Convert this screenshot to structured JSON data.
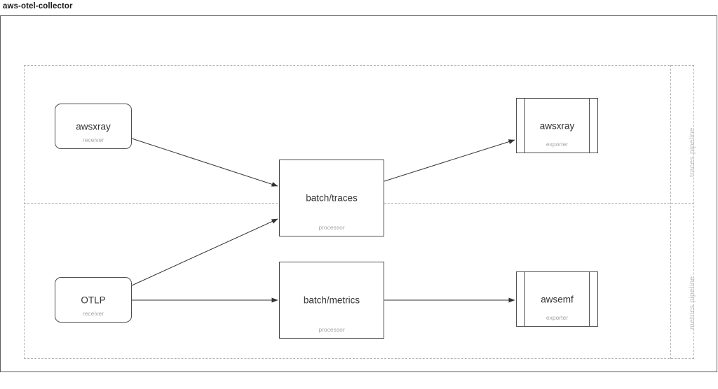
{
  "window": {
    "title": "aws-otel-collector"
  },
  "container": {
    "name": "aws-otel-collector",
    "pipelines": [
      {
        "id": "traces",
        "label": "traces pipeline"
      },
      {
        "id": "metrics",
        "label": "metrics pipeline"
      }
    ]
  },
  "nodes": [
    {
      "id": "awsxray-receiver",
      "label": "awsxray",
      "kind": "receiver",
      "shape": "rounded-rect",
      "pipeline": "traces"
    },
    {
      "id": "batch-traces",
      "label": "batch/traces",
      "kind": "processor",
      "shape": "rect",
      "pipeline": "traces"
    },
    {
      "id": "awsxray-exporter",
      "label": "awsxray",
      "kind": "exporter",
      "shape": "railed-rect",
      "pipeline": "traces"
    },
    {
      "id": "otlp-receiver",
      "label": "OTLP",
      "kind": "receiver",
      "shape": "rounded-rect",
      "pipeline": "metrics"
    },
    {
      "id": "batch-metrics",
      "label": "batch/metrics",
      "kind": "processor",
      "shape": "rect",
      "pipeline": "metrics"
    },
    {
      "id": "awsemf-exporter",
      "label": "awsemf",
      "kind": "exporter",
      "shape": "railed-rect",
      "pipeline": "metrics"
    }
  ],
  "edges": [
    {
      "id": "e1",
      "from": "awsxray-receiver",
      "to": "batch-traces"
    },
    {
      "id": "e2",
      "from": "otlp-receiver",
      "to": "batch-traces"
    },
    {
      "id": "e3",
      "from": "batch-traces",
      "to": "awsxray-exporter"
    },
    {
      "id": "e4",
      "from": "otlp-receiver",
      "to": "batch-metrics"
    },
    {
      "id": "e5",
      "from": "batch-metrics",
      "to": "awsemf-exporter"
    }
  ],
  "colors": {
    "node_stroke": "#4d4d4d",
    "edge_stroke": "#333333",
    "dashed_stroke": "#b3b3b3",
    "frame_stroke": "#5a5a5a",
    "label_text": "#333333",
    "sub_text": "#a6a6a6",
    "pipeline_text": "#bdbdbd",
    "background": "#ffffff"
  }
}
